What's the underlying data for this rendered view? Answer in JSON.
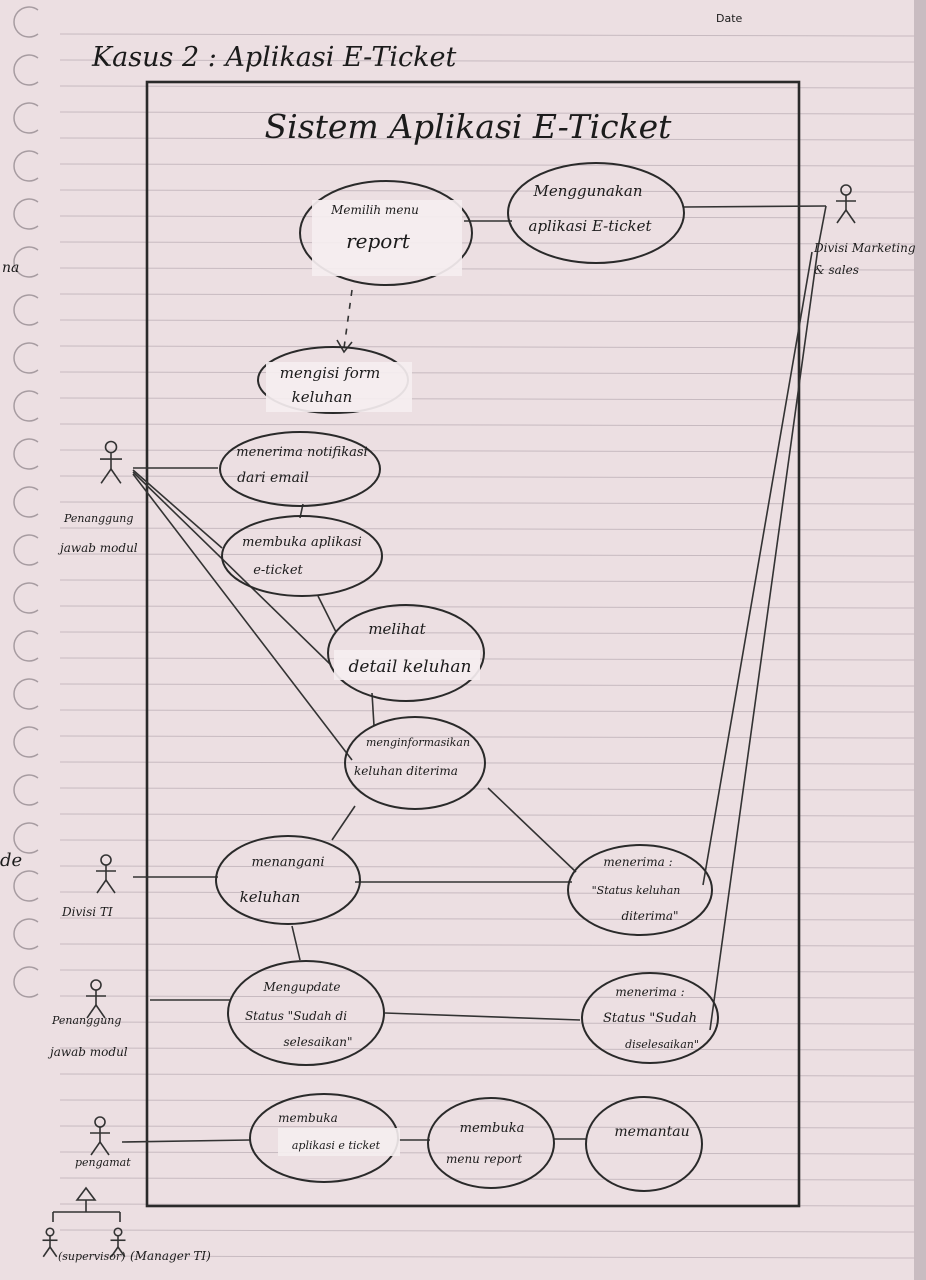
{
  "page": {
    "date_label": "Date",
    "heading": "Kasus 2 : Aplikasi E-Ticket",
    "left_margin_marks": [
      "na",
      "de"
    ]
  },
  "system": {
    "title": "Sistem Aplikasi E-Ticket"
  },
  "actors": {
    "divisi_marketing": [
      "Divisi Marketing",
      "& sales"
    ],
    "penanggung_jawab_modul_1": [
      "Penanggung",
      "jawab modul"
    ],
    "divisi_ti": [
      "Divisi TI"
    ],
    "penanggung_jawab_modul_2": [
      "Penanggung",
      "jawab modul"
    ],
    "pengamat": [
      "pengamat"
    ],
    "supervisor": [
      "(supervisor)"
    ],
    "manager_ti": [
      "(Manager TI)"
    ]
  },
  "use_cases": {
    "memilih_menu_report": [
      "Memilih menu",
      "report"
    ],
    "menggunakan_aplikasi": [
      "Menggunakan",
      "aplikasi E-ticket"
    ],
    "mengisi_form": [
      "mengisi form",
      "keluhan"
    ],
    "menerima_notifikasi": [
      "menerima notifikasi",
      "dari email"
    ],
    "membuka_aplikasi_1": [
      "membuka aplikasi",
      "e-ticket"
    ],
    "melihat_detail": [
      "melihat",
      "detail keluhan"
    ],
    "menginformasikan": [
      "menginformasikan",
      "keluhan diterima"
    ],
    "menangani": [
      "menangani",
      "keluhan"
    ],
    "menerima_status_diterima": [
      "menerima :",
      "\"Status keluhan",
      "diterima\""
    ],
    "mengupdate_status": [
      "Mengupdate",
      "Status \"Sudah di",
      "selesaikan\""
    ],
    "menerima_status_selesai": [
      "menerima :",
      "Status \"Sudah",
      "diselesaikan\""
    ],
    "membuka_aplikasi_2": [
      "membuka",
      "aplikasi e ticket"
    ],
    "membuka_menu_report": [
      "membuka",
      "menu report"
    ],
    "memantau": [
      "memantau"
    ]
  }
}
